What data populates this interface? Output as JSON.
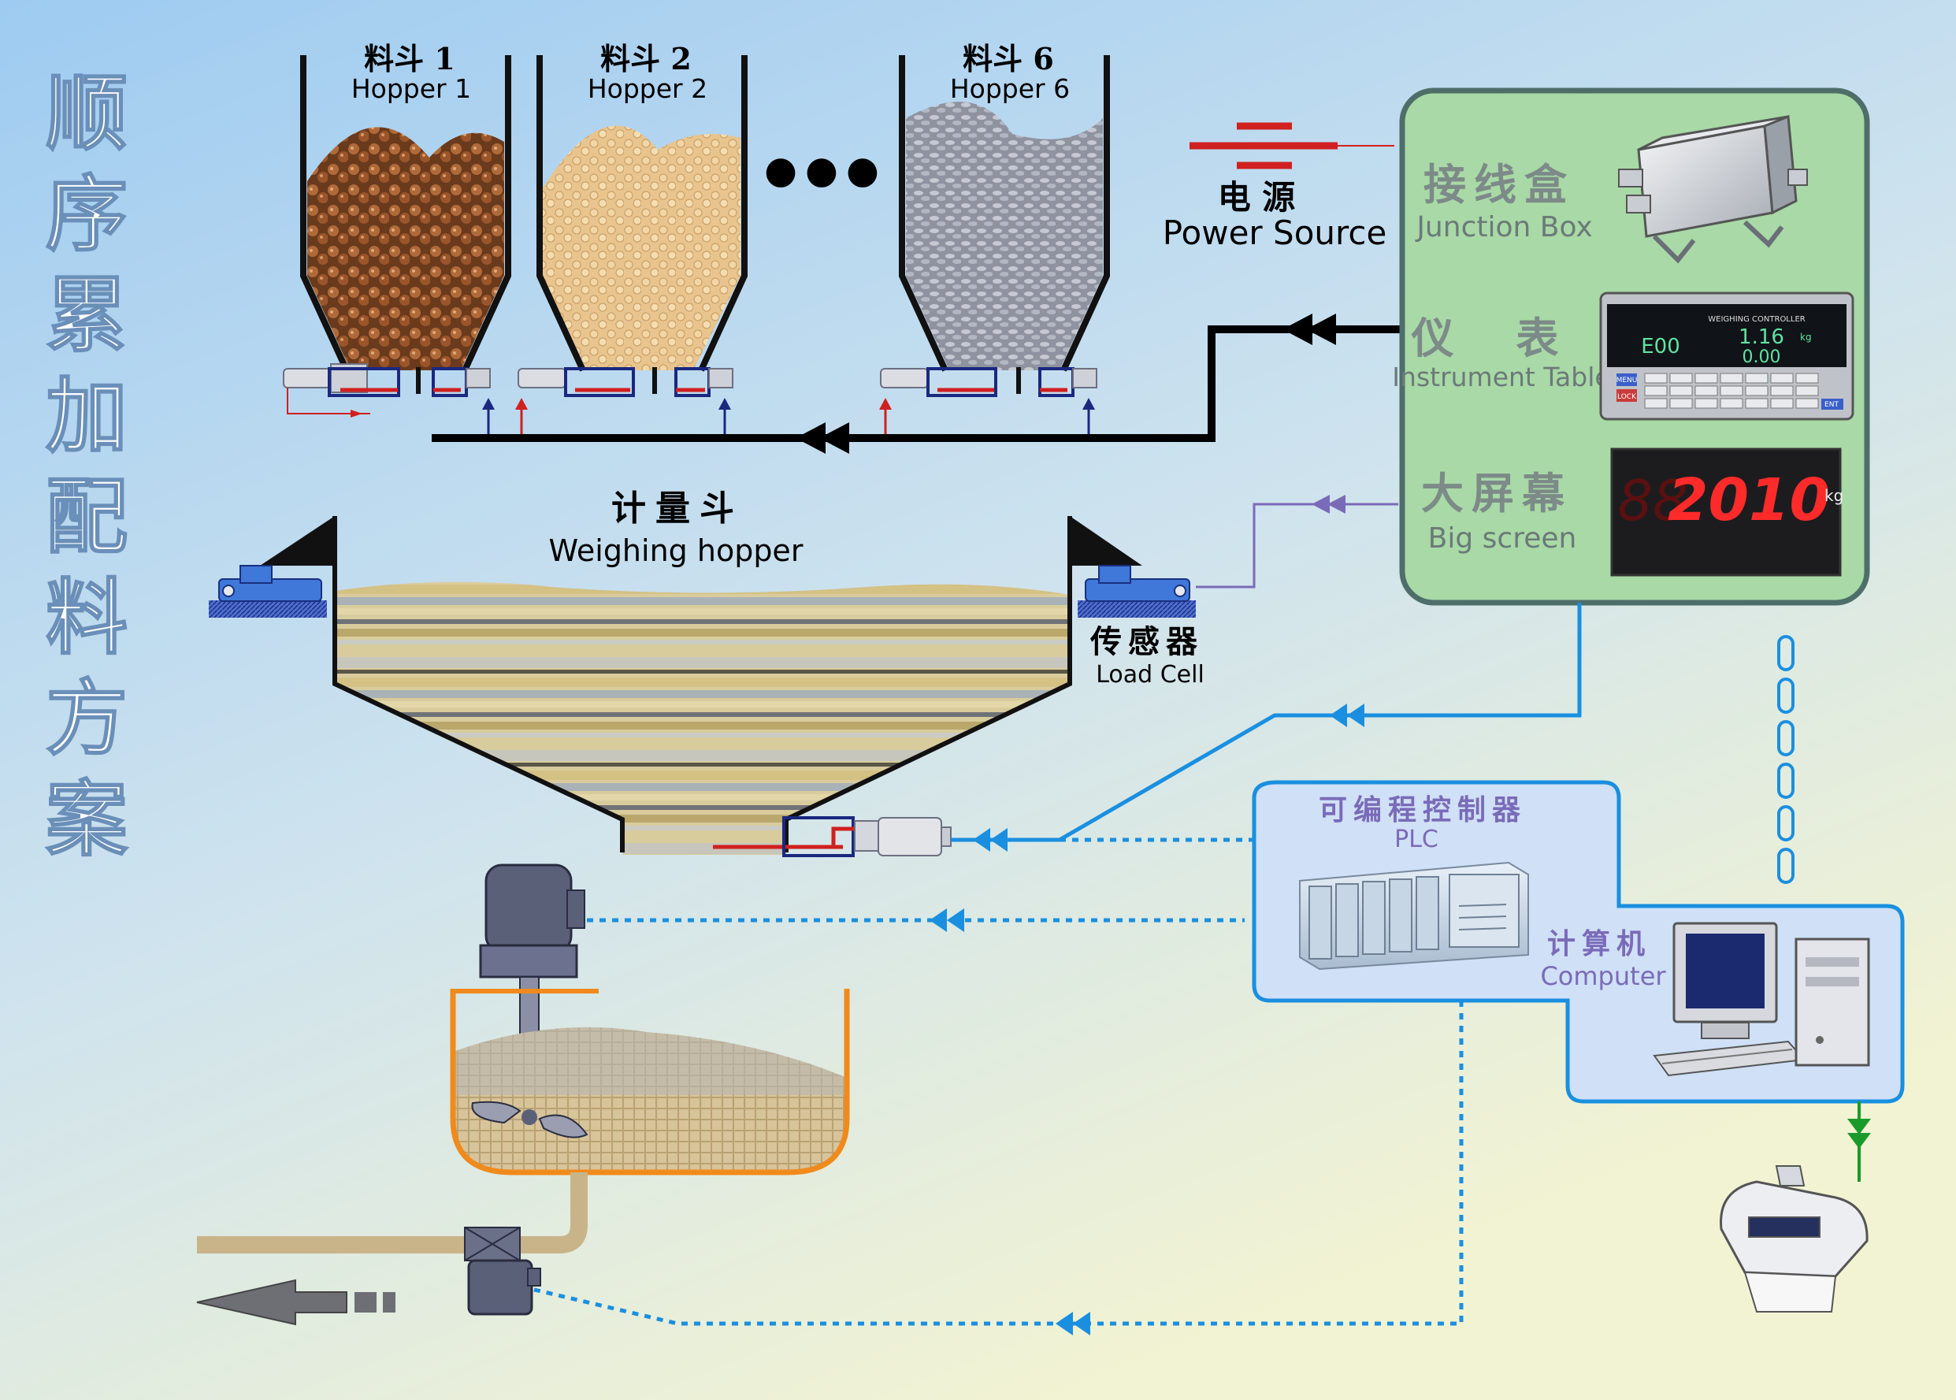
{
  "title": "顺序累加配料方案",
  "hoppers": [
    {
      "cn": "料斗 1",
      "en": "Hopper 1"
    },
    {
      "cn": "料斗 2",
      "en": "Hopper 2"
    },
    {
      "cn": "料斗 6",
      "en": "Hopper 6"
    }
  ],
  "ellipsis": "●●●",
  "power": {
    "cn": "电 源",
    "en": "Power Source"
  },
  "control_panel": {
    "junction": {
      "cn": "接线盒",
      "en": "Junction Box"
    },
    "instrument": {
      "cn": "仪 表",
      "en": "Instrument Table"
    },
    "screen": {
      "cn": "大屏幕",
      "en": "Big screen"
    }
  },
  "controller_display": {
    "brand": "WEIGHING CONTROLLER",
    "left": "E00",
    "top": "1.16",
    "bottom": "0.00",
    "unit": "kg",
    "key_left_1": "MENU",
    "key_left_2": "LOCK",
    "key_right": "ENT"
  },
  "big_screen_display": {
    "value": "2010",
    "unit": "kg"
  },
  "weighing_hopper": {
    "cn": "计量斗",
    "en": "Weighing hopper"
  },
  "load_cell": {
    "cn": "传感器",
    "en": "Load Cell"
  },
  "plc": {
    "cn": "可编程控制器",
    "en": "PLC"
  },
  "computer": {
    "cn": "计算机",
    "en": "Computer"
  },
  "colors": {
    "bg_top": "#9fcdf2",
    "bg_bottom": "#f1f2d6",
    "panel_fill": "#a8d9a6",
    "panel_border": "#4e6e6a",
    "blue_line": "#1a8fe0",
    "purple_line": "#7a6bb8",
    "red_line": "#d02020",
    "green_line": "#1a9a2a",
    "tank_orange": "#f08a1c"
  }
}
